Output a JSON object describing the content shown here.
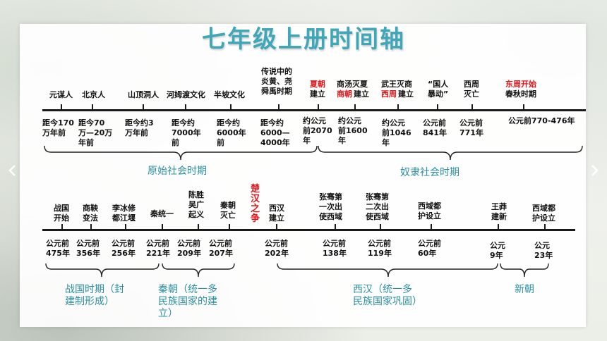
{
  "title": "七年级上册时间轴",
  "timeline1": {
    "events": [
      {
        "text": "元谋人"
      },
      {
        "text": "北京人"
      },
      {
        "text": "山顶洞人"
      },
      {
        "text": "河姆渡文化"
      },
      {
        "text": "半坡文化"
      },
      {
        "text": "传说中的\n炎黄、尧\n舜禹时期"
      },
      {
        "text": "夏朝\n",
        "red": true
      },
      {
        "text": "\n建立"
      },
      {
        "text": "商汤灭夏\n"
      },
      {
        "text": "\n商朝",
        "red": true
      },
      {
        "text": "\n建立"
      },
      {
        "text": "武王灭商\n"
      },
      {
        "text": "\n西周",
        "red": true
      },
      {
        "text": "\n建立"
      },
      {
        "text": "“国人\n暴动”"
      },
      {
        "text": "西周\n灭亡"
      },
      {
        "text": "东周开始",
        "red": true
      },
      {
        "text": "\n春秋时期"
      }
    ],
    "dates": [
      "距今170\n万年前",
      "距今70\n万—20万\n年前",
      "距今约3\n万年前",
      "距今约\n7000年\n前",
      "距今约\n6000年\n前",
      "距今约\n6000—\n4000年",
      "约公元\n前2070\n年",
      "约公元\n前1600\n年",
      "约公元\n前1046\n年",
      "公元前\n841年",
      "公元前\n771年",
      "公元前770-476年"
    ],
    "periods": [
      "原始社会时期",
      "奴隶社会时期"
    ]
  },
  "timeline2": {
    "events": [
      {
        "text": "战国\n开始"
      },
      {
        "text": "商鞅\n变法"
      },
      {
        "text": "李冰修\n都江堰"
      },
      {
        "text": "秦统一"
      },
      {
        "text": "陈胜\n吴广\n起义"
      },
      {
        "text": "秦朝\n灭亡"
      },
      {
        "text": "楚\n汉\n之\n争",
        "red": true
      },
      {
        "text": "西汉\n建立"
      },
      {
        "text": "张骞第\n一次出\n使西域"
      },
      {
        "text": "张骞第\n二次出\n使西域"
      },
      {
        "text": "西域都\n护设立"
      },
      {
        "text": "王莽\n建新"
      },
      {
        "text": "西域都\n护设立"
      }
    ],
    "dates": [
      "公元前\n475年",
      "公元前\n356年",
      "公元前\n256年",
      "公元前\n221年",
      "公元前\n209年",
      "公元前\n207年",
      "公元前\n202年",
      "公元前\n138年",
      "公元前\n119年",
      "公元前\n60年",
      "公元\n9年",
      "公元\n23年"
    ],
    "periods": [
      "战国时期（封\n建制形成）",
      "秦朝（统一多\n民族国家的建\n立）",
      "西汉（统一多\n民族国家巩固）",
      "新朝"
    ]
  },
  "colors": {
    "accent": "#3fa7b7",
    "highlight": "#e0161b",
    "period": "#2b8fa0"
  },
  "icons": {
    "prev": "chevron-left-icon",
    "next": "chevron-right-icon"
  }
}
